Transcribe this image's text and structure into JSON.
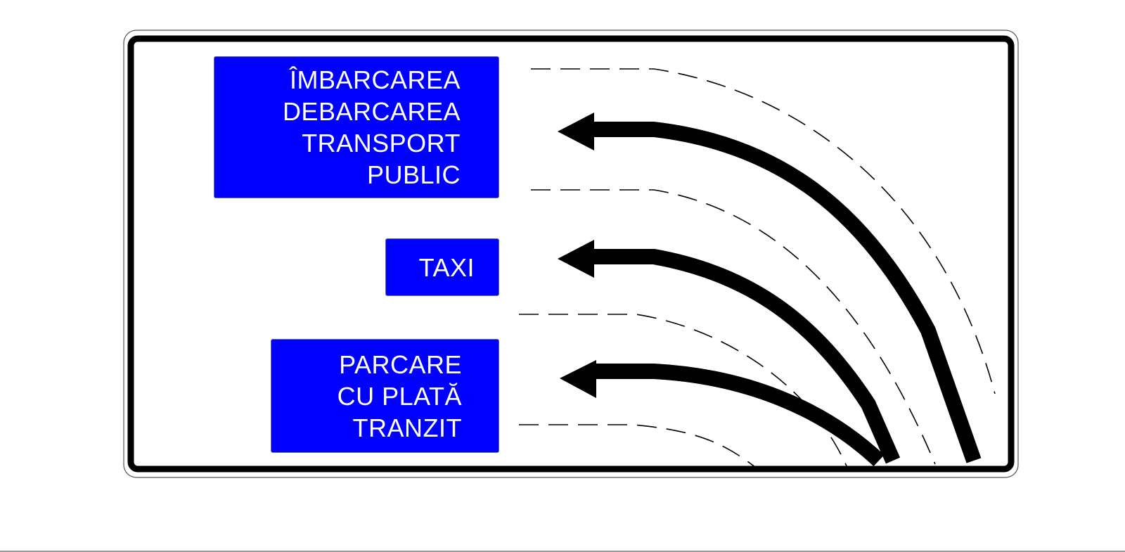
{
  "sign": {
    "background_color": "#ffffff",
    "border_color": "#000000",
    "panel_color": "#0000ff",
    "panel_text_color": "#ffffff",
    "arrow_color": "#000000",
    "panels": [
      {
        "id": "public-transport",
        "lines": [
          "ÎMBARCAREA",
          "DEBARCAREA",
          "TRANSPORT",
          "PUBLIC"
        ]
      },
      {
        "id": "taxi",
        "lines": [
          "TAXI"
        ]
      },
      {
        "id": "parking",
        "lines": [
          "PARCARE",
          "CU PLATĂ",
          "TRANZIT"
        ]
      }
    ]
  }
}
